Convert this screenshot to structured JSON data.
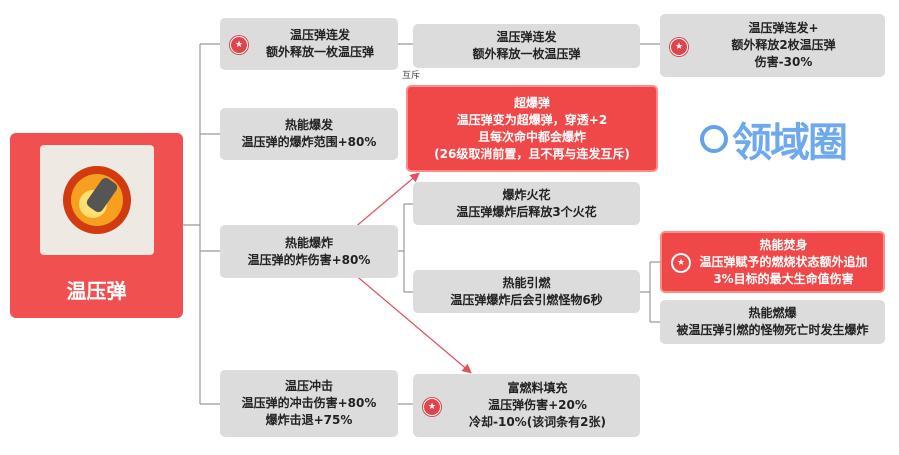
{
  "root": {
    "title": "温压弹",
    "icon": "thermobaric-shell-icon"
  },
  "nodes": {
    "burst": {
      "title": "温压弹连发",
      "lines": [
        "额外释放一枚温压弹"
      ]
    },
    "burst2": {
      "title": "温压弹连发",
      "lines": [
        "额外释放一枚温压弹"
      ]
    },
    "burst_plus": {
      "title": "温压弹连发+",
      "lines": [
        "额外释放2枚温压弹",
        "伤害-30%"
      ]
    },
    "heat_blast": {
      "title": "热能爆发",
      "lines": [
        "温压弹的爆炸范围+80%"
      ]
    },
    "super": {
      "title": "超爆弹",
      "lines": [
        "温压弹变为超爆弹，穿透+2",
        "且每次命中都会爆炸",
        "(26级取消前置，且不再与连发互斥)"
      ]
    },
    "heat_explode": {
      "title": "热能爆炸",
      "lines": [
        "温压弹的炸伤害+80%"
      ]
    },
    "spark": {
      "title": "爆炸火花",
      "lines": [
        "温压弹爆炸后释放3个火花"
      ]
    },
    "ignite": {
      "title": "热能引燃",
      "lines": [
        "温压弹爆炸后会引燃怪物6秒"
      ]
    },
    "immolate": {
      "title": "热能焚身",
      "lines": [
        "温压弹赋予的燃烧状态额外追加",
        "3%目标的最大生命值伤害"
      ]
    },
    "combust": {
      "title": "热能燃爆",
      "lines": [
        "被温压弹引燃的怪物死亡时发生爆炸"
      ]
    },
    "impact": {
      "title": "温压冲击",
      "lines": [
        "温压弹的冲击伤害+80%",
        "爆炸击退+75%"
      ]
    },
    "fuel": {
      "title": "富燃料填充",
      "lines": [
        "温压弹伤害+20%",
        "冷却-10%(该词条有2张)"
      ]
    }
  },
  "watermark": {
    "text": "领域圈",
    "peek": "互斥"
  },
  "colors": {
    "red": "#f04848",
    "gray": "#dcdcdc",
    "line": "#999999",
    "arrow": "#e05060"
  }
}
